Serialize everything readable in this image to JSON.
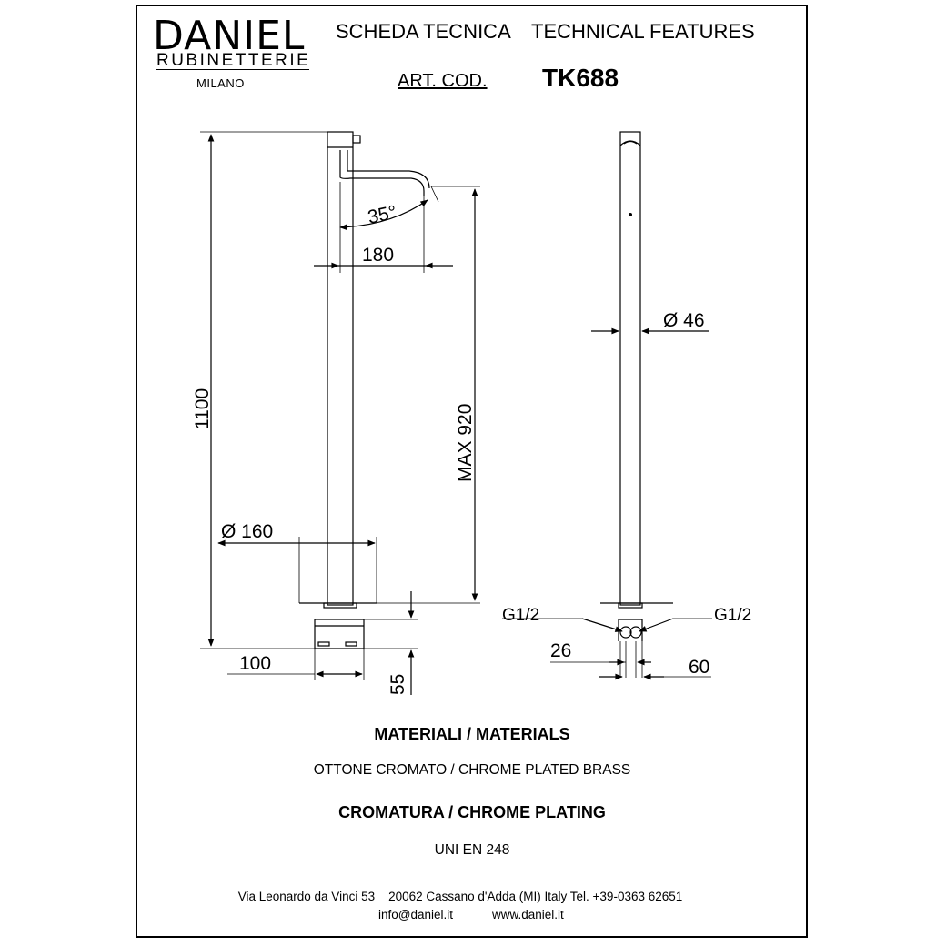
{
  "brand": {
    "name": "DANIEL",
    "subtitle": "RUBINETTERIE",
    "city": "MILANO"
  },
  "header": {
    "title_it": "SCHEDA TECNICA",
    "title_en": "TECHNICAL FEATURES",
    "art_label": "ART. COD.",
    "art_code": "TK688"
  },
  "dimensions": {
    "total_height": "1100",
    "spout_reach": "180",
    "angle": "35°",
    "max_height": "MAX  920",
    "base_diameter": "Ø 160",
    "base_width": "100",
    "base_height": "55",
    "column_diameter": "Ø 46",
    "connection_left": "G1/2",
    "connection_right": "G1/2",
    "connection_spacing": "26",
    "connection_width": "60"
  },
  "materials": {
    "title": "MATERIALI / MATERIALS",
    "text": "OTTONE CROMATO  / CHROME PLATED BRASS"
  },
  "plating": {
    "title": "CROMATURA / CHROME PLATING",
    "text": "UNI EN 248"
  },
  "footer": {
    "address": "Via Leonardo da Vinci 53    20062 Cassano d'Adda (MI) Italy Tel. +39-0363 62651",
    "email": "info@daniel.it",
    "website": "www.daniel.it"
  }
}
